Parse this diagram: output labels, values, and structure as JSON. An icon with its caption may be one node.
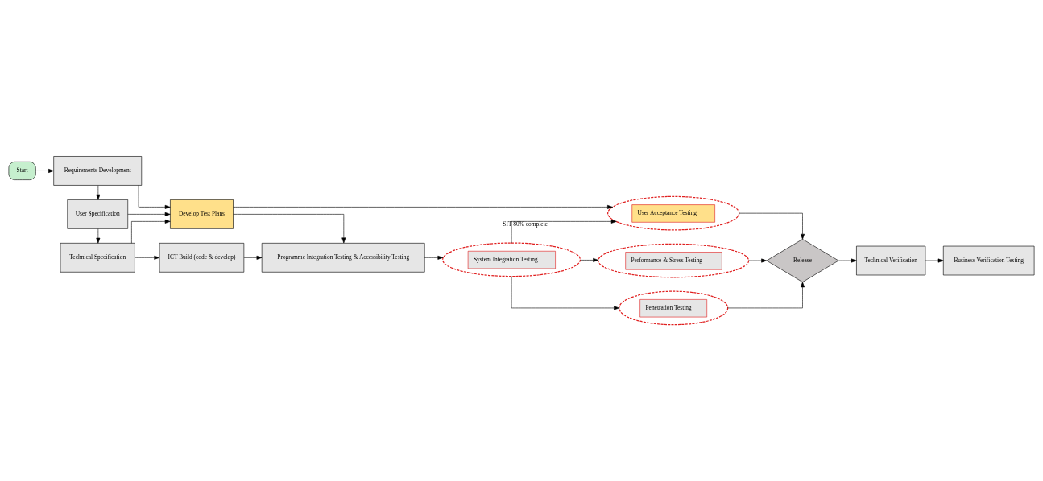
{
  "diagram": {
    "nodes": [
      {
        "text": [
          "Start"
        ]
      },
      {
        "text": [
          "Requirements Development"
        ]
      },
      {
        "text": [
          "User Specification"
        ]
      },
      {
        "text": [
          "Technical Specification"
        ]
      },
      {
        "text": [
          "Develop Test Plans"
        ]
      },
      {
        "text": [
          "User Acceptance Testing"
        ]
      },
      {
        "text": [
          "ICT Build (code & develop)"
        ]
      },
      {
        "text": [
          "Programme Integration Testing & Accessibility Testing"
        ]
      },
      {
        "text": [
          "System Integration Testing"
        ]
      },
      {
        "text": [
          "Performance & Stress Testing"
        ]
      },
      {
        "text": [
          "Penetration Testing"
        ]
      },
      {
        "text": [
          "Release"
        ]
      },
      {
        "text": [
          "Technical Verification"
        ]
      },
      {
        "text": [
          "Business Verification Testing"
        ]
      }
    ],
    "edges": [
      {
        "from": 0,
        "to": 1,
        "arrow": "to"
      },
      {
        "from": 1,
        "to": 2,
        "arrow": "to"
      },
      {
        "from": 2,
        "to": 3,
        "arrow": "to"
      },
      {
        "from": 1,
        "to": 4,
        "arrow": "to"
      },
      {
        "from": 2,
        "to": 4,
        "arrow": "to"
      },
      {
        "from": 3,
        "to": 4,
        "arrow": "to"
      },
      {
        "from": 4,
        "to": 5,
        "arrow": "to"
      },
      {
        "from": 4,
        "to": 7,
        "arrow": "to"
      },
      {
        "from": 3,
        "to": 6,
        "arrow": "to"
      },
      {
        "from": 6,
        "to": 7,
        "arrow": "to"
      },
      {
        "from": 7,
        "to": 8,
        "arrow": "to"
      },
      {
        "from": 8,
        "to": 5,
        "arrow": "to",
        "label": "SIT 80% complete"
      },
      {
        "from": 8,
        "to": 9,
        "arrow": "to"
      },
      {
        "from": 8,
        "to": 10,
        "arrow": "to"
      },
      {
        "from": 5,
        "to": 11,
        "arrow": "to"
      },
      {
        "from": 9,
        "to": 11,
        "arrow": "to"
      },
      {
        "from": 10,
        "to": 11,
        "arrow": "to"
      },
      {
        "from": 11,
        "to": 12,
        "arrow": "to"
      },
      {
        "from": 12,
        "to": 13,
        "arrow": "to"
      }
    ]
  }
}
